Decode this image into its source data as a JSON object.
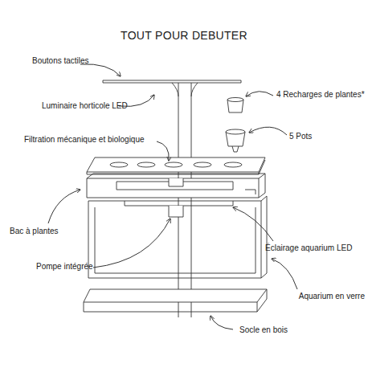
{
  "diagram": {
    "title": "TOUT POUR DEBUTER",
    "labels": [
      "Boutons tactiles",
      "Luminaire horticole LED",
      "Filtration mécanique et biologique",
      "4 Recharges de plantes*",
      "5 Pots",
      "Bac à plantes",
      "Éclairage aquarium LED",
      "Pompe intégrée",
      "Aquarium en verre",
      "Socle en bois"
    ]
  }
}
